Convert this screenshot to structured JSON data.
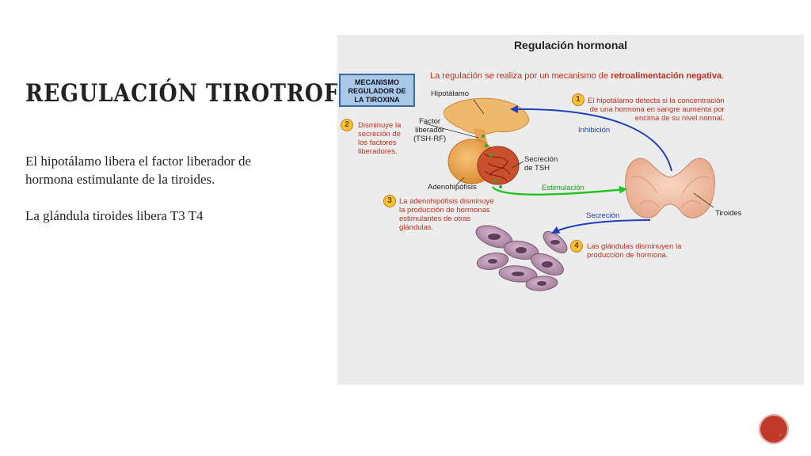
{
  "slide": {
    "title": "REGULACIÓN TIROTROFINAS",
    "paragraphs": [
      "El hipotálamo libera el factor liberador de hormona estimulante de la tiroides.",
      "La glándula tiroides libera T3 T4"
    ]
  },
  "figure": {
    "title": "Regulación hormonal",
    "mechanism_box": [
      "MECANISMO",
      "REGULADOR DE",
      "LA TIROXINA"
    ],
    "lead_text": "La regulación se realiza por un mecanismo de",
    "lead_emphasis": "retroalimentación negativa",
    "steps": [
      {
        "number": "1",
        "lines": [
          "El hipotálamo detecta si la concentración",
          "de una hormona en sangre aumenta por",
          "encima de su nivel normal."
        ]
      },
      {
        "number": "2",
        "lines": [
          "Disminuye la",
          "secreción de",
          "los factores",
          "liberadores."
        ]
      },
      {
        "number": "3",
        "lines": [
          "La adenohipófisis disminuye",
          "la producción de hormonas",
          "estimulantes de otras",
          "glándulas."
        ]
      },
      {
        "number": "4",
        "lines": [
          "Las glándulas disminuyen la",
          "producción de hormona."
        ]
      }
    ],
    "labels": {
      "hipotalamo": "Hipotálamo",
      "factor": [
        "Factor",
        "liberador",
        "(TSH-RF)"
      ],
      "secrecion_tsh": [
        "Secreción",
        "de TSH"
      ],
      "adenohipofisis": "Adenohipófisis",
      "tiroides": "Tiroides"
    },
    "arrows": {
      "inhibicion": "Inhibición",
      "estimulacion": "Estimulación",
      "secrecion": "Secreción"
    },
    "colors": {
      "step_text": "#c03020",
      "inhibition_arrow": "#1f3fbf",
      "stimulation_arrow": "#22c422",
      "secretion_arrow": "#1f3fbf",
      "mechanism_box": "#a9c8e8"
    }
  },
  "navigation": {
    "icon": "slide-nav-button-icon"
  }
}
